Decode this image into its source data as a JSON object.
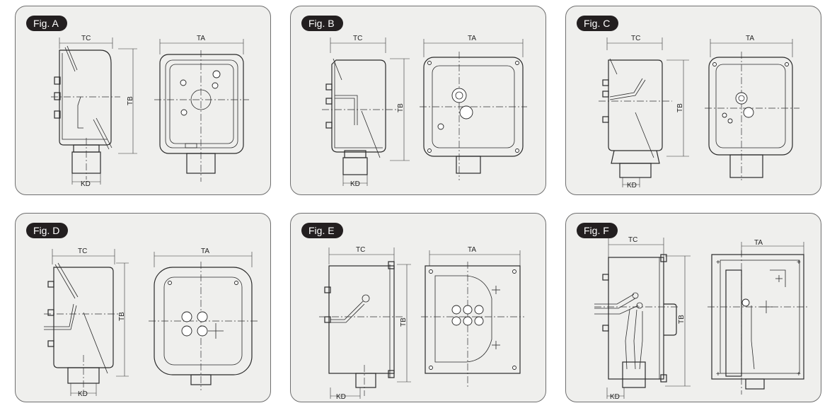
{
  "figures": [
    {
      "id": "A",
      "label": "Fig. A",
      "dims": {
        "ta": "TA",
        "tb": "TB",
        "tc": "TC",
        "kd": "KD"
      }
    },
    {
      "id": "B",
      "label": "Fig. B",
      "dims": {
        "ta": "TA",
        "tb": "TB",
        "tc": "TC",
        "kd": "KD"
      }
    },
    {
      "id": "C",
      "label": "Fig. C",
      "dims": {
        "ta": "TA",
        "tb": "TB",
        "tc": "TC",
        "kd": "KD"
      }
    },
    {
      "id": "D",
      "label": "Fig. D",
      "dims": {
        "ta": "TA",
        "tb": "TB",
        "tc": "TC",
        "kd": "KD"
      }
    },
    {
      "id": "E",
      "label": "Fig. E",
      "dims": {
        "ta": "TA",
        "tb": "TB",
        "tc": "TC",
        "kd": "KD"
      }
    },
    {
      "id": "F",
      "label": "Fig. F",
      "dims": {
        "ta": "TA",
        "tb": "TB",
        "tc": "TC",
        "kd": "KD"
      }
    }
  ],
  "colors": {
    "panel_bg": "#efefed",
    "panel_border": "#6f6f6f",
    "badge_bg": "#231f20",
    "badge_text": "#ffffff",
    "line": "#2a2a2a"
  }
}
